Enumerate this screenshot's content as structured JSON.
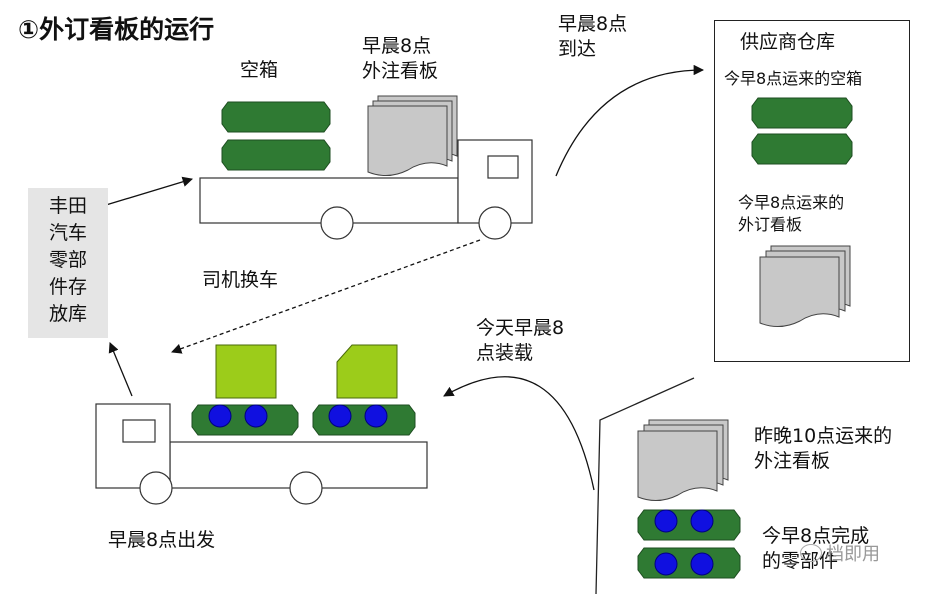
{
  "title": "①外订看板的运行",
  "labels": {
    "empty_boxes": "空箱",
    "morning_external_kanban": "早晨8点\n外注看板",
    "arrive_8am": "早晨8点\n到达",
    "supplier_warehouse": "供应商仓库",
    "supplier_empty_boxes": "今早8点运来的空箱",
    "supplier_kanban": "今早8点运来的\n外订看板",
    "toyota_store": "丰田\n汽车\n零部\n件存\n放库",
    "driver_swap": "司机换车",
    "today_load": "今天早晨8\n点装载",
    "depart_8am": "早晨8点出发",
    "last_night_kanban": "昨晚10点运来的\n外注看板",
    "finished_parts": "今早8点完成\n的零部件"
  },
  "watermark": "档即用",
  "colors": {
    "box_green": "#2f7a33",
    "part_lime": "#9ccc1a",
    "part_blue": "#1010e0",
    "kanban_gray": "#c8c8c8",
    "store_gray": "#e5e5e5"
  }
}
